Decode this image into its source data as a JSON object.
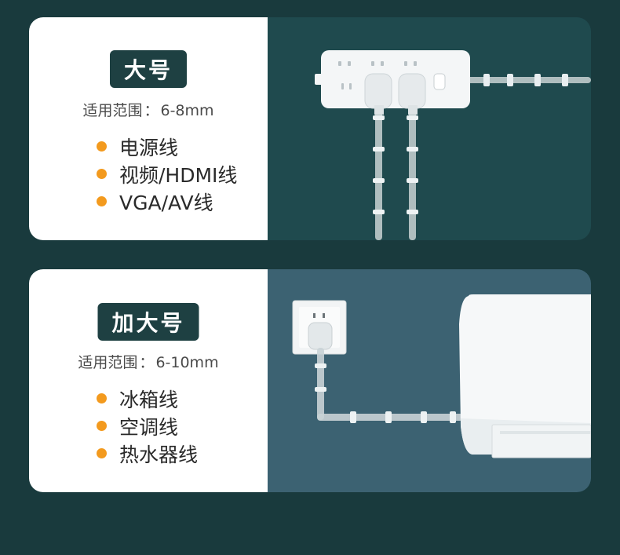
{
  "colors": {
    "page_bg": "#193a3d",
    "badge_bg": "#1e4042",
    "bullet": "#f39a1e",
    "panel_top": "#1f4a4e",
    "panel_bottom": "#3c6272"
  },
  "cards": [
    {
      "badge": "大号",
      "range_label": "适用范围",
      "range_value": "6-8mm",
      "uses": [
        "电源线",
        "视频/HDMI线",
        "VGA/AV线"
      ]
    },
    {
      "badge": "加大号",
      "range_label": "适用范围",
      "range_value": "6-10mm",
      "uses": [
        "冰箱线",
        "空调线",
        "热水器线"
      ]
    }
  ]
}
